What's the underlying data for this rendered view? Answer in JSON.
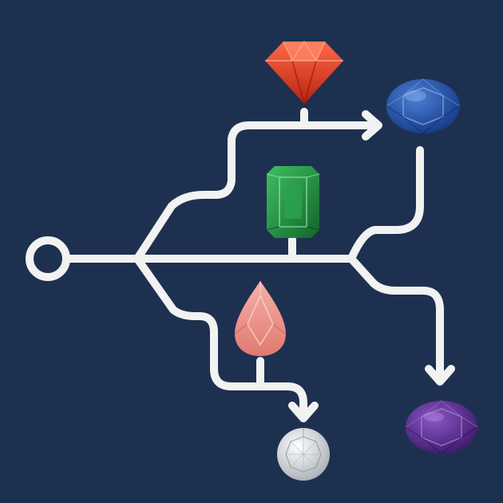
{
  "diagram": {
    "background": "#1e3050",
    "path_color": "#f2f2f2",
    "start_node": {
      "icon": "hollow-circle-icon"
    },
    "gems": [
      {
        "id": "ruby",
        "icon": "ruby-gem-icon",
        "shape": "heart-cut triangle",
        "color": "#e33a24"
      },
      {
        "id": "sapphire",
        "icon": "sapphire-gem-icon",
        "shape": "oval",
        "color": "#1f4fa8"
      },
      {
        "id": "emerald",
        "icon": "emerald-gem-icon",
        "shape": "octagon",
        "color": "#1f8a3d"
      },
      {
        "id": "rose-quartz",
        "icon": "rose-quartz-gem-icon",
        "shape": "pear",
        "color": "#e98c83"
      },
      {
        "id": "diamond",
        "icon": "diamond-gem-icon",
        "shape": "round",
        "color": "#d9dde2"
      },
      {
        "id": "amethyst",
        "icon": "amethyst-gem-icon",
        "shape": "oval",
        "color": "#5a2a8e"
      }
    ]
  }
}
